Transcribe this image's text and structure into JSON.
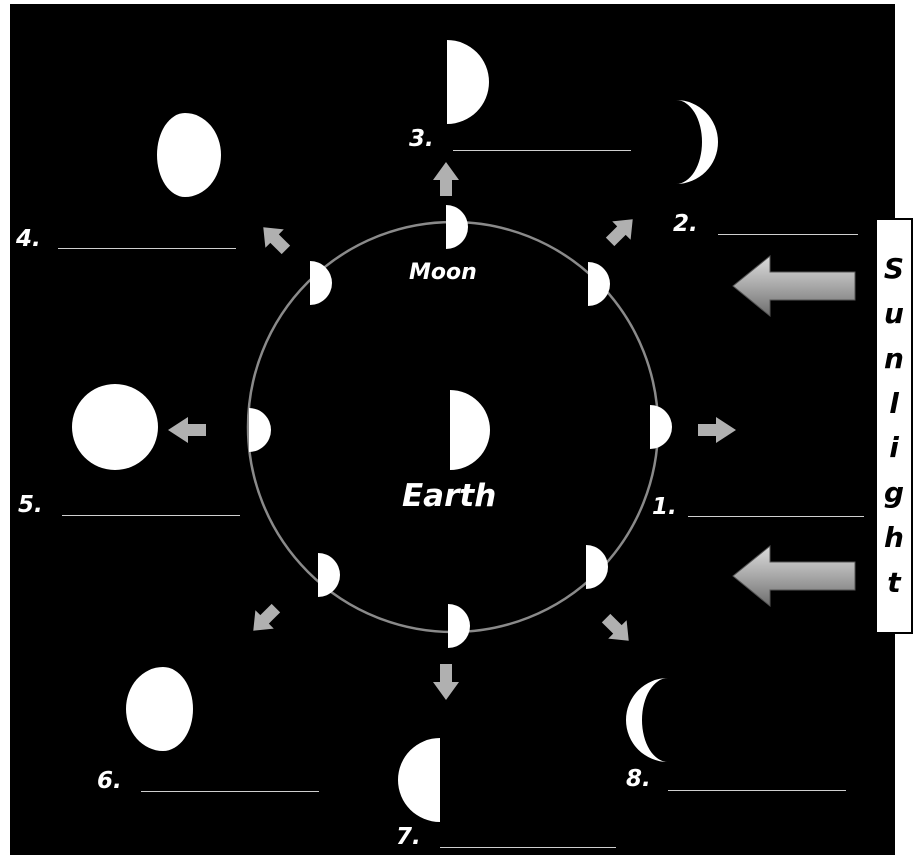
{
  "colors": {
    "background": "#000000",
    "moon": "#ffffff",
    "orbit": "#8a8a8a",
    "arrow": "#b8b8b8"
  },
  "center": {
    "earth_label": "Earth",
    "moon_label": "Moon"
  },
  "sunlight": {
    "label": "Sunlight",
    "letters": [
      "S",
      "u",
      "n",
      "l",
      "i",
      "g",
      "h",
      "t"
    ]
  },
  "phases": [
    {
      "id": 1,
      "label": "1."
    },
    {
      "id": 2,
      "label": "2."
    },
    {
      "id": 3,
      "label": "3."
    },
    {
      "id": 4,
      "label": "4."
    },
    {
      "id": 5,
      "label": "5."
    },
    {
      "id": 6,
      "label": "6."
    },
    {
      "id": 7,
      "label": "7."
    },
    {
      "id": 8,
      "label": "8."
    }
  ]
}
